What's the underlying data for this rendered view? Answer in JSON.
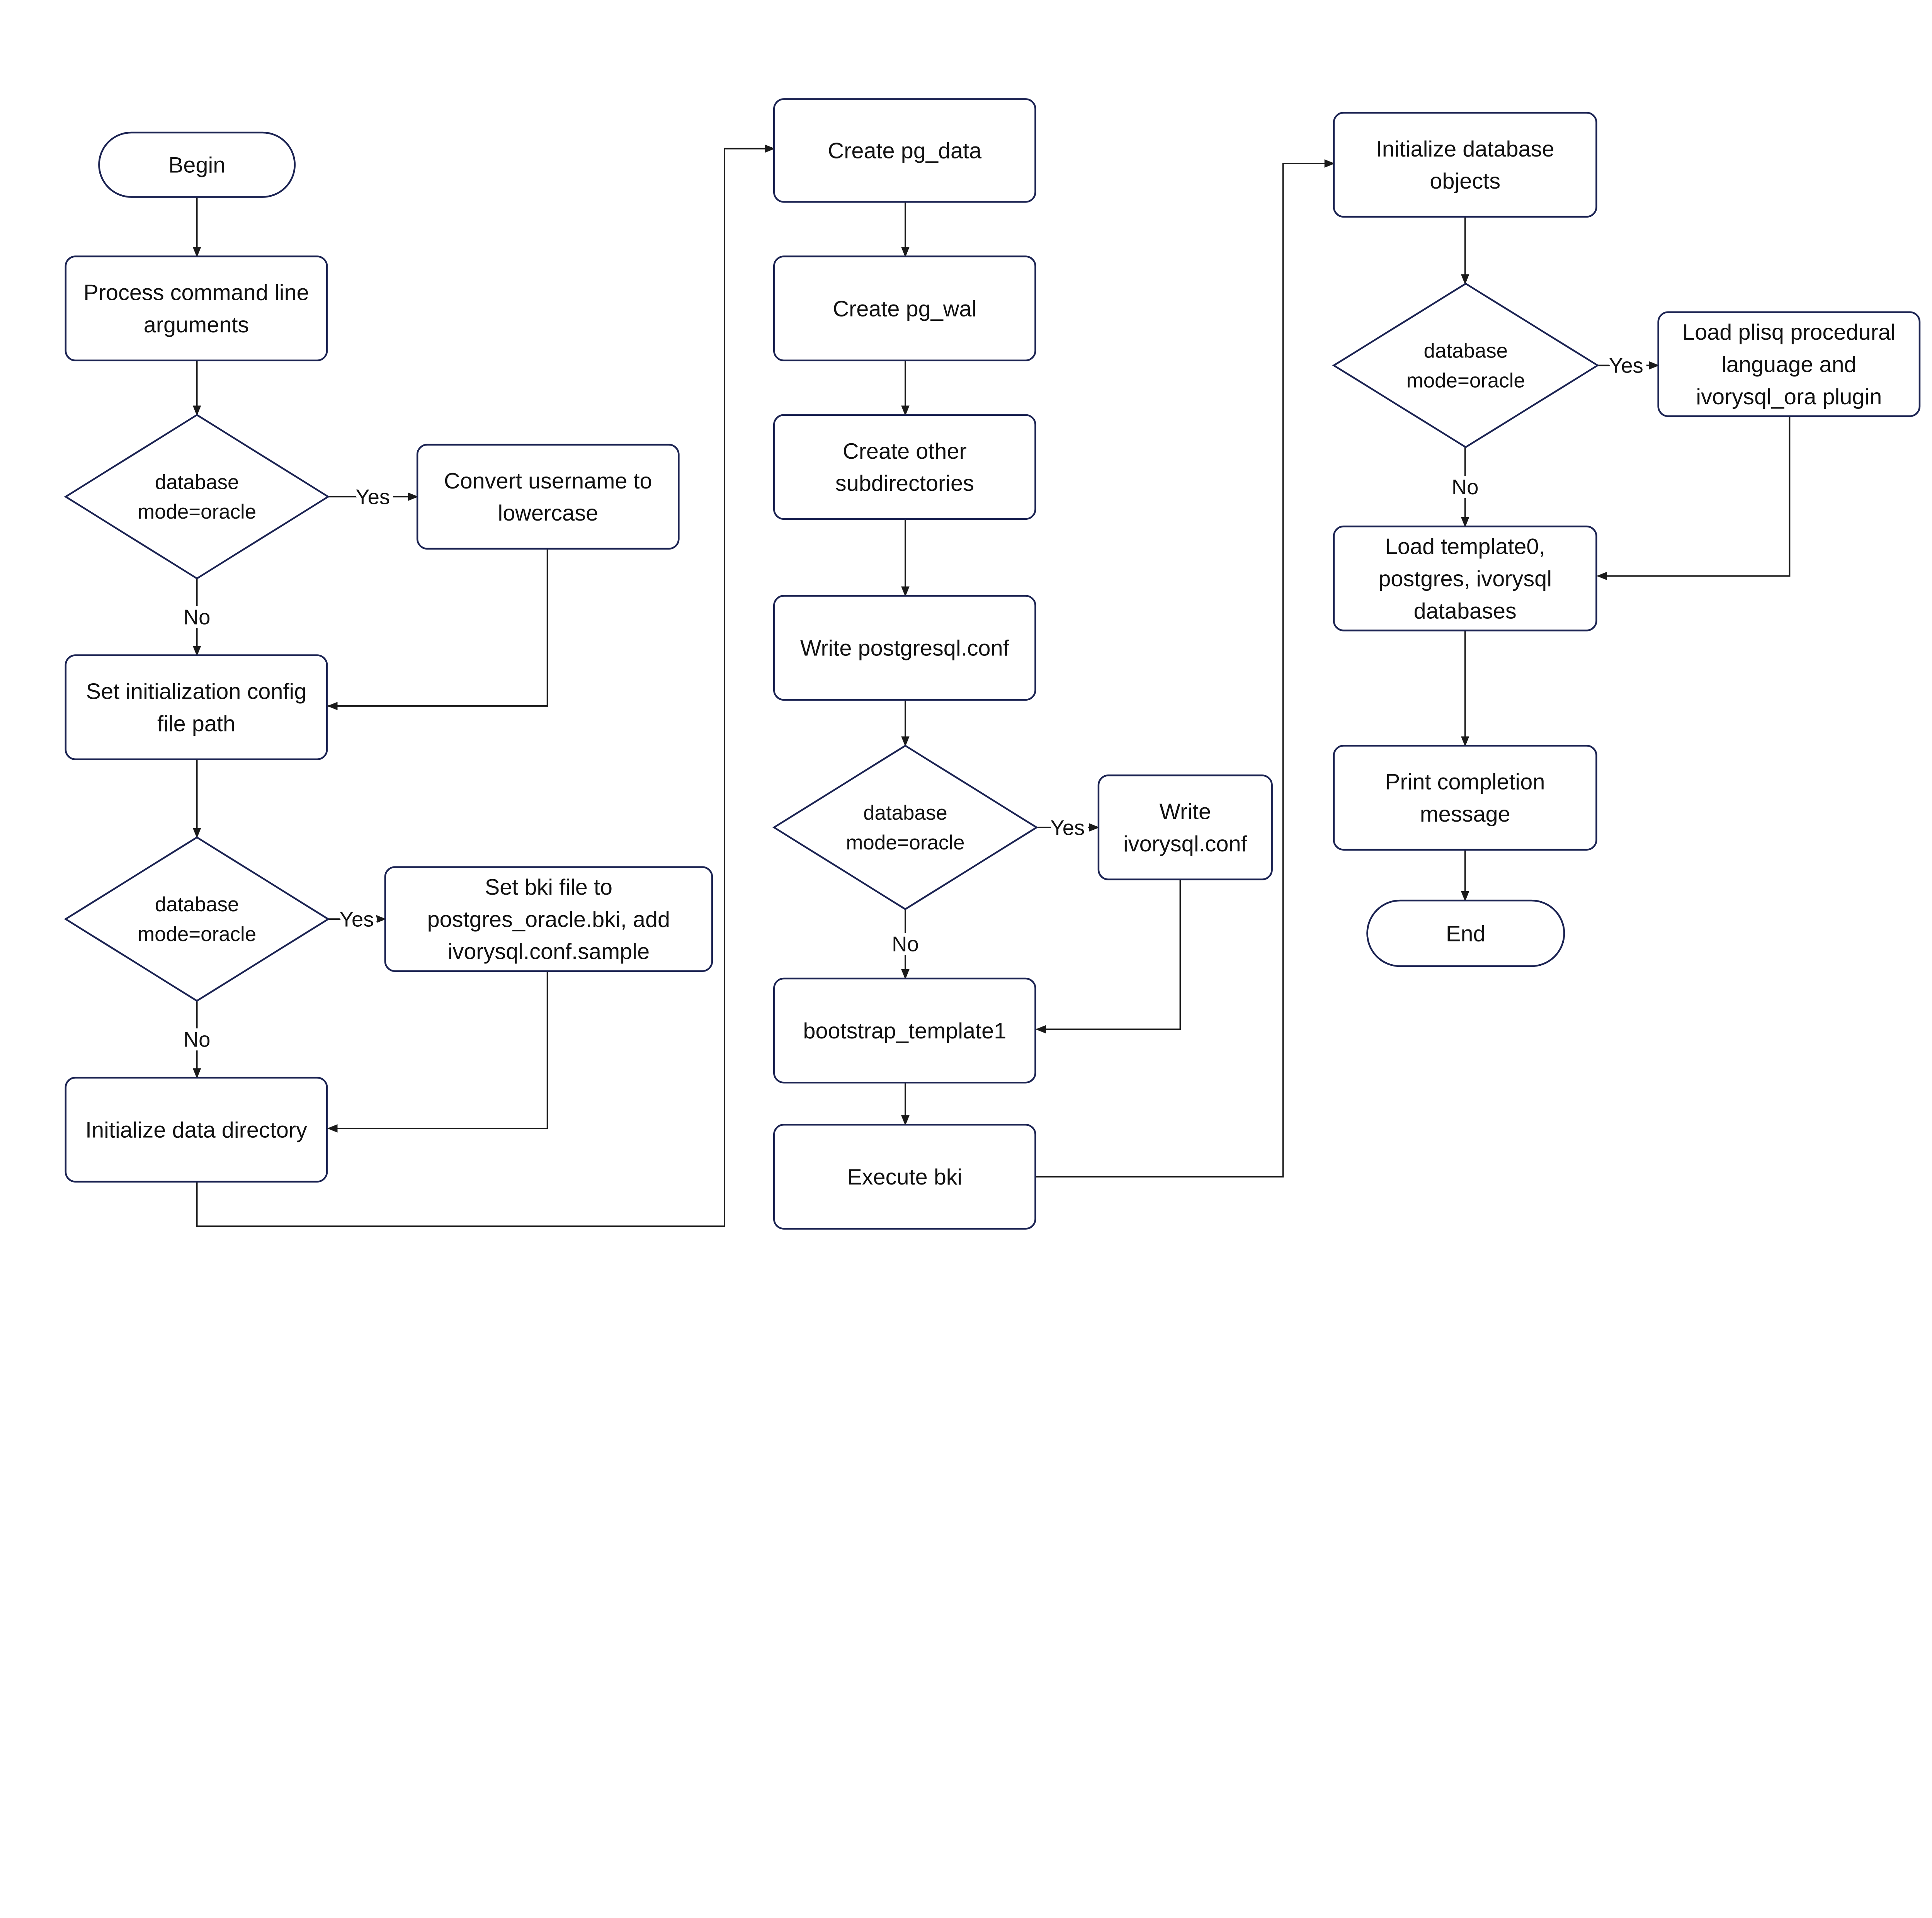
{
  "colors": {
    "border": "#1b2352",
    "line": "#1a1a1a",
    "text": "#111111",
    "background": "#ffffff"
  },
  "nodes": {
    "begin": {
      "type": "terminal",
      "lines": [
        "Begin"
      ]
    },
    "process_args": {
      "type": "process",
      "lines": [
        "Process command line",
        "arguments"
      ]
    },
    "decision1": {
      "type": "decision",
      "lines": [
        "database",
        "mode=oracle"
      ]
    },
    "convert_username": {
      "type": "process",
      "lines": [
        "Convert username to",
        "lowercase"
      ]
    },
    "set_config_path": {
      "type": "process",
      "lines": [
        "Set initialization config",
        "file path"
      ]
    },
    "decision2": {
      "type": "decision",
      "lines": [
        "database",
        "mode=oracle"
      ]
    },
    "set_bki": {
      "type": "process",
      "lines": [
        "Set bki file to",
        "postgres_oracle.bki, add",
        "ivorysql.conf.sample"
      ]
    },
    "init_data_dir": {
      "type": "process",
      "lines": [
        "Initialize data directory"
      ]
    },
    "create_pg_data": {
      "type": "process",
      "lines": [
        "Create pg_data"
      ]
    },
    "create_pg_wal": {
      "type": "process",
      "lines": [
        "Create pg_wal"
      ]
    },
    "create_subdirs": {
      "type": "process",
      "lines": [
        "Create other",
        "subdirectories"
      ]
    },
    "write_postgresql_conf": {
      "type": "process",
      "lines": [
        "Write postgresql.conf"
      ]
    },
    "decision3": {
      "type": "decision",
      "lines": [
        "database",
        "mode=oracle"
      ]
    },
    "write_ivorysql_conf": {
      "type": "process",
      "lines": [
        "Write",
        "ivorysql.conf"
      ]
    },
    "bootstrap_template1": {
      "type": "process",
      "lines": [
        "bootstrap_template1"
      ]
    },
    "execute_bki": {
      "type": "process",
      "lines": [
        "Execute bki"
      ]
    },
    "init_db_objects": {
      "type": "process",
      "lines": [
        "Initialize database",
        "objects"
      ]
    },
    "decision4": {
      "type": "decision",
      "lines": [
        "database",
        "mode=oracle"
      ]
    },
    "load_plisq": {
      "type": "process",
      "lines": [
        "Load plisq procedural",
        "language and",
        "ivorysql_ora plugin"
      ]
    },
    "load_templates": {
      "type": "process",
      "lines": [
        "Load template0,",
        "postgres, ivorysql",
        "databases"
      ]
    },
    "print_completion": {
      "type": "process",
      "lines": [
        "Print completion",
        "message"
      ]
    },
    "end": {
      "type": "terminal",
      "lines": [
        "End"
      ]
    }
  },
  "edges": [
    {
      "from": "begin",
      "to": "process_args",
      "label": ""
    },
    {
      "from": "process_args",
      "to": "decision1",
      "label": ""
    },
    {
      "from": "decision1",
      "to": "convert_username",
      "label": "Yes"
    },
    {
      "from": "decision1",
      "to": "set_config_path",
      "label": "No"
    },
    {
      "from": "convert_username",
      "to": "set_config_path",
      "label": ""
    },
    {
      "from": "set_config_path",
      "to": "decision2",
      "label": ""
    },
    {
      "from": "decision2",
      "to": "set_bki",
      "label": "Yes"
    },
    {
      "from": "decision2",
      "to": "init_data_dir",
      "label": "No"
    },
    {
      "from": "set_bki",
      "to": "init_data_dir",
      "label": ""
    },
    {
      "from": "init_data_dir",
      "to": "create_pg_data",
      "label": ""
    },
    {
      "from": "create_pg_data",
      "to": "create_pg_wal",
      "label": ""
    },
    {
      "from": "create_pg_wal",
      "to": "create_subdirs",
      "label": ""
    },
    {
      "from": "create_subdirs",
      "to": "write_postgresql_conf",
      "label": ""
    },
    {
      "from": "write_postgresql_conf",
      "to": "decision3",
      "label": ""
    },
    {
      "from": "decision3",
      "to": "write_ivorysql_conf",
      "label": "Yes"
    },
    {
      "from": "decision3",
      "to": "bootstrap_template1",
      "label": "No"
    },
    {
      "from": "write_ivorysql_conf",
      "to": "bootstrap_template1",
      "label": ""
    },
    {
      "from": "bootstrap_template1",
      "to": "execute_bki",
      "label": ""
    },
    {
      "from": "execute_bki",
      "to": "init_db_objects",
      "label": ""
    },
    {
      "from": "init_db_objects",
      "to": "decision4",
      "label": ""
    },
    {
      "from": "decision4",
      "to": "load_plisq",
      "label": "Yes"
    },
    {
      "from": "decision4",
      "to": "load_templates",
      "label": "No"
    },
    {
      "from": "load_plisq",
      "to": "load_templates",
      "label": ""
    },
    {
      "from": "load_templates",
      "to": "print_completion",
      "label": ""
    },
    {
      "from": "print_completion",
      "to": "end",
      "label": ""
    }
  ]
}
